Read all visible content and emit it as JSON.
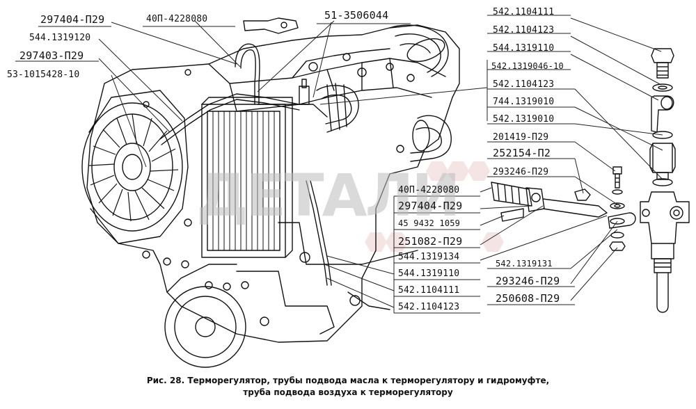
{
  "watermark": "ДЕТАЛИ",
  "caption": {
    "line1": "Рис. 28. Терморегулятор, трубы подвода масла к терморегулятору и гидромуфте,",
    "line2": "труба подвода воздуха к терморегулятору"
  },
  "labels": {
    "l297404_top": "297404-П29",
    "l40p_top": "40П-4228080",
    "l51": "51-3506044",
    "l544_1319120": "544.1319120",
    "l297403": "297403-П29",
    "l53": "53-1015428-10",
    "r542_1104111_top": "542.1104111",
    "r542_1104123_top": "542.1104123",
    "r544_1319110_top": "544.1319110",
    "r542_1319046": "542.1319046-10",
    "r542_1104123_2": "542.1104123",
    "r744": "744.1319010",
    "r542_1319010": "542.1319010",
    "r201419": "201419-П29",
    "r252154": "252154-П2",
    "r293246_a": "293246-П29",
    "m40p": "40П-4228080",
    "m297404": "297404-П29",
    "m45": "45 9432 1059",
    "m251082": "251082-П29",
    "m544_1319134": "544.1319134",
    "m544_1319110": "544.1319110",
    "m542_1104111": "542.1104111",
    "m542_1104123": "542.1104123",
    "r542_1319131": "542.1319131",
    "r293246_b": "293246-П29",
    "r250608": "250608-П29"
  },
  "colors": {
    "ink": "#111111",
    "leader": "#222222",
    "watermark": "#bdbdbd",
    "hex_pattern": "#e8c9c9",
    "background": "#ffffff"
  },
  "icons": [
    "engine-drawing",
    "fan-impeller",
    "radiator-core",
    "thermoregulator-assembly",
    "hex-watermark-pattern"
  ]
}
